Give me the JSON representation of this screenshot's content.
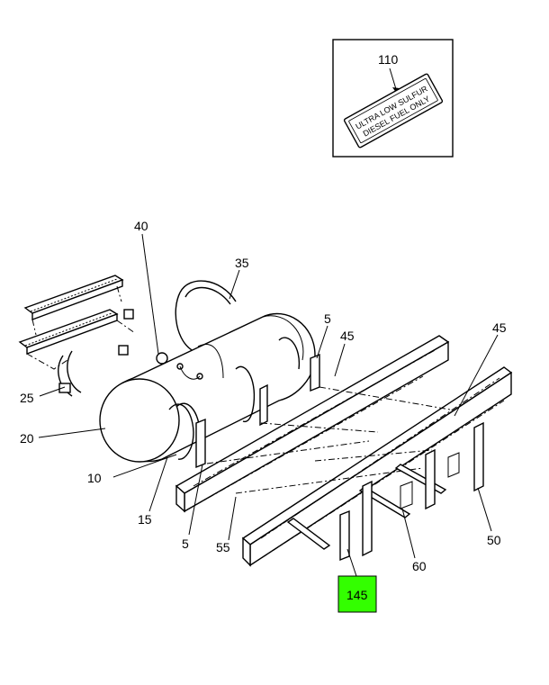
{
  "inset": {
    "callout": "110",
    "decal_line1": "ULTRA LOW SULFUR",
    "decal_line2": "DIESEL FUEL ONLY"
  },
  "callouts": {
    "c40": "40",
    "c35": "35",
    "c5a": "5",
    "c45a": "45",
    "c45b": "45",
    "c25": "25",
    "c20": "20",
    "c10": "10",
    "c15": "15",
    "c5b": "5",
    "c55": "55",
    "c60": "60",
    "c50": "50",
    "c145": "145"
  },
  "colors": {
    "highlight": "#33ff00",
    "ink": "#000000"
  }
}
